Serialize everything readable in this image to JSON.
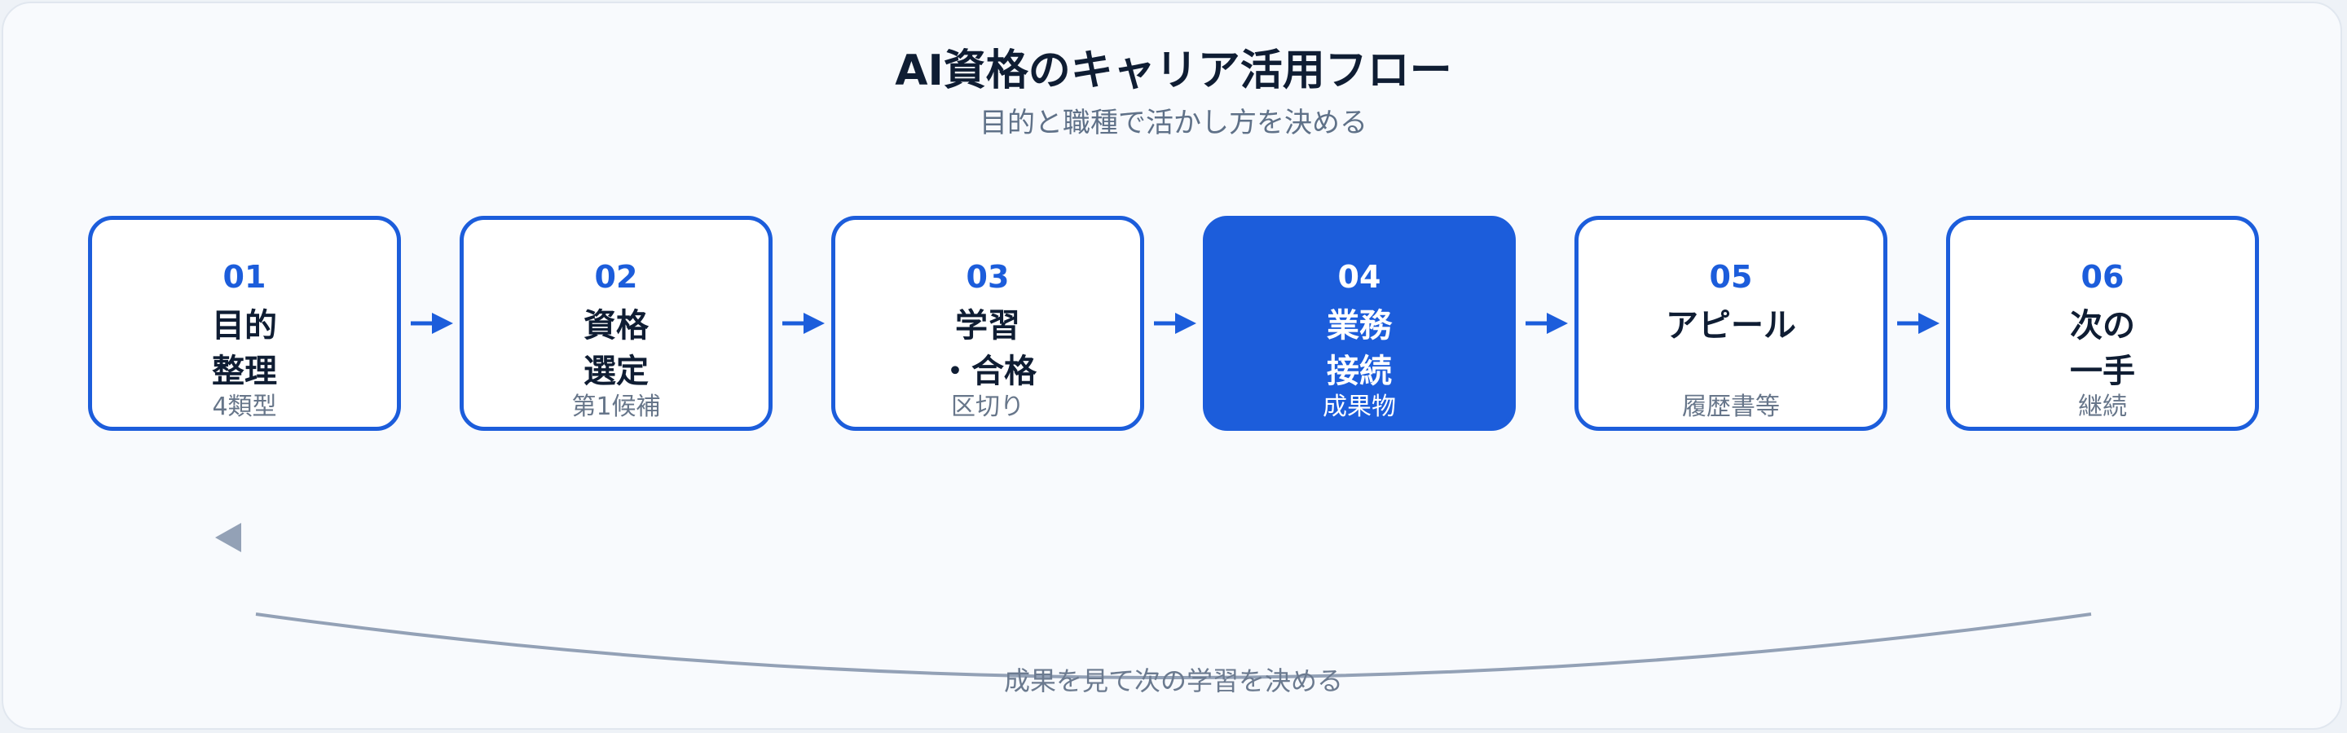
{
  "title": "AI資格のキャリア活用フロー",
  "subtitle": "目的と職種で活かし方を決める",
  "steps": [
    {
      "num": "01",
      "label": "目的\n整理",
      "note": "4類型",
      "active": false
    },
    {
      "num": "02",
      "label": "資格\n選定",
      "note": "第1候補",
      "active": false
    },
    {
      "num": "03",
      "label": "学習\n・合格",
      "note": "区切り",
      "active": false
    },
    {
      "num": "04",
      "label": "業務\n接続",
      "note": "成果物",
      "active": true
    },
    {
      "num": "05",
      "label": "アピール",
      "note": "履歴書等",
      "active": false
    },
    {
      "num": "06",
      "label": "次の\n一手",
      "note": "継続",
      "active": false
    }
  ],
  "loop": {
    "label": "成果を見て次の学習を決める"
  },
  "colors": {
    "accent": "#1c5ddb",
    "loop_line": "#93a1b6",
    "text_dark": "#0f1d33",
    "text_muted": "#67768a"
  },
  "icons": {
    "step_connector": "arrow-right-icon",
    "loop_head": "triangle-left-icon"
  }
}
